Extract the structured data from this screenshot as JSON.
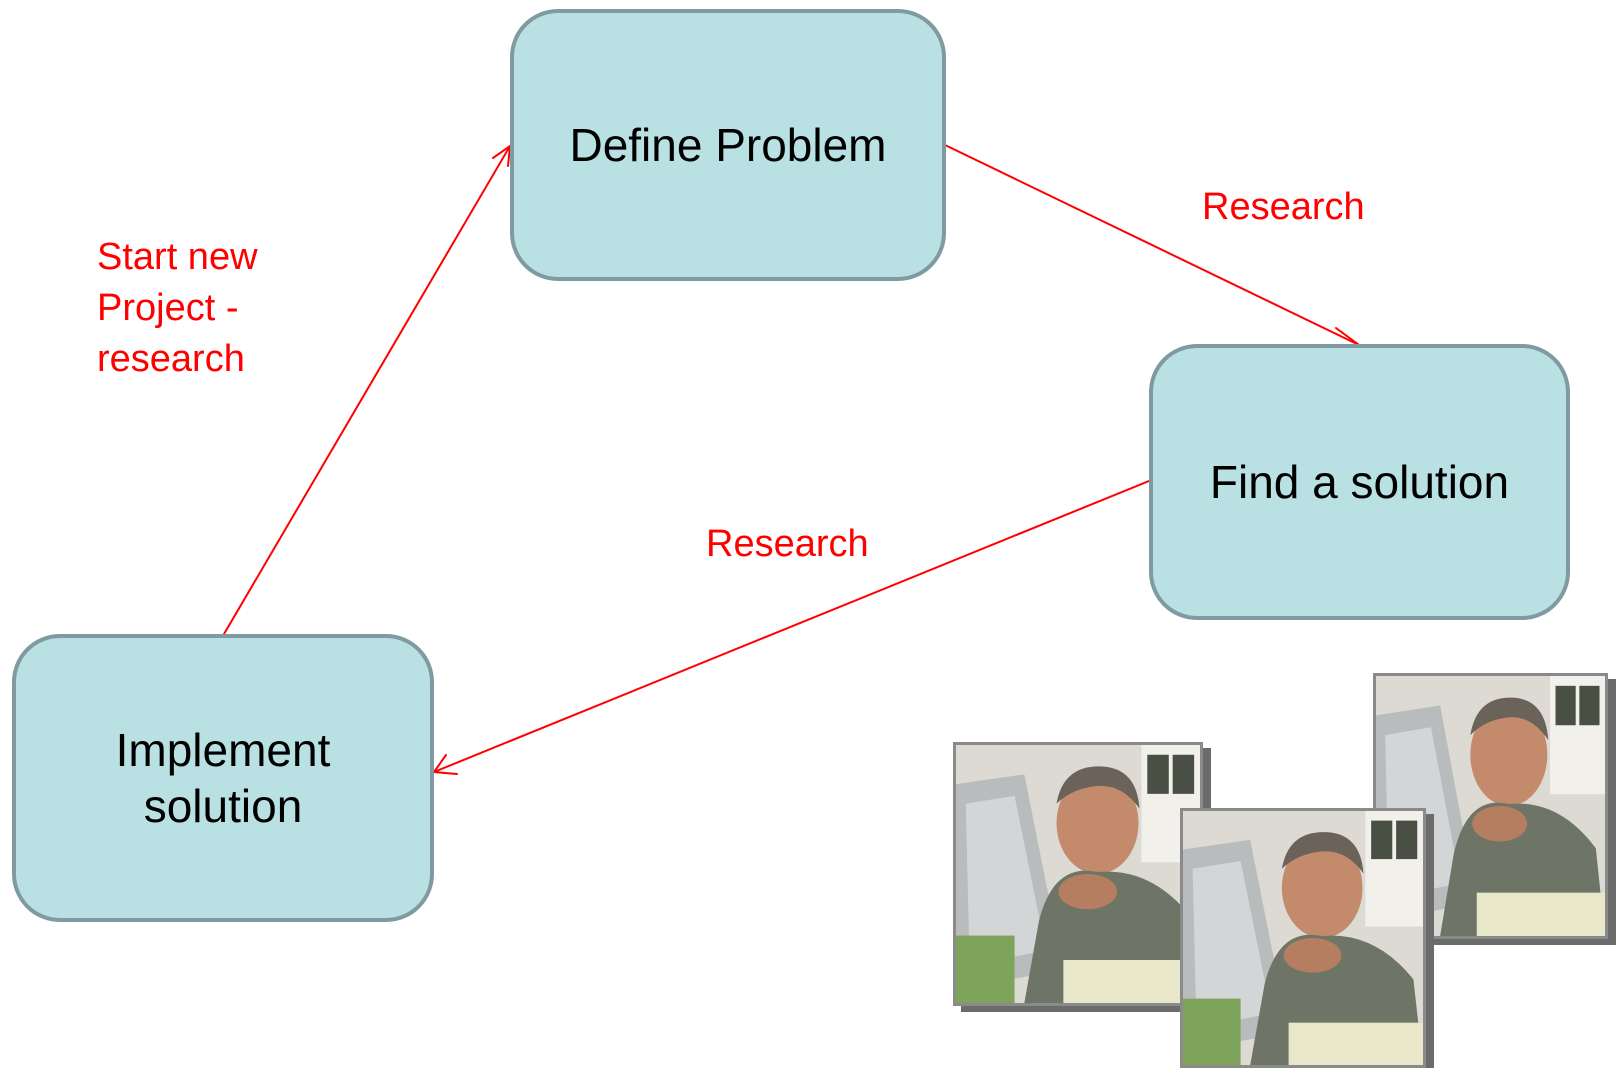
{
  "nodes": {
    "define": "Define Problem",
    "find": "Find a solution",
    "implement": "Implement\nsolution"
  },
  "edge_labels": {
    "define_to_find": "Research",
    "find_to_implement": "Research",
    "implement_to_define": "Start new\nProject -\nresearch"
  },
  "colors": {
    "node_fill": "#b9e0e2",
    "node_border": "#7f9aa0",
    "arrow": "#ff0000",
    "label": "#ff0000"
  }
}
